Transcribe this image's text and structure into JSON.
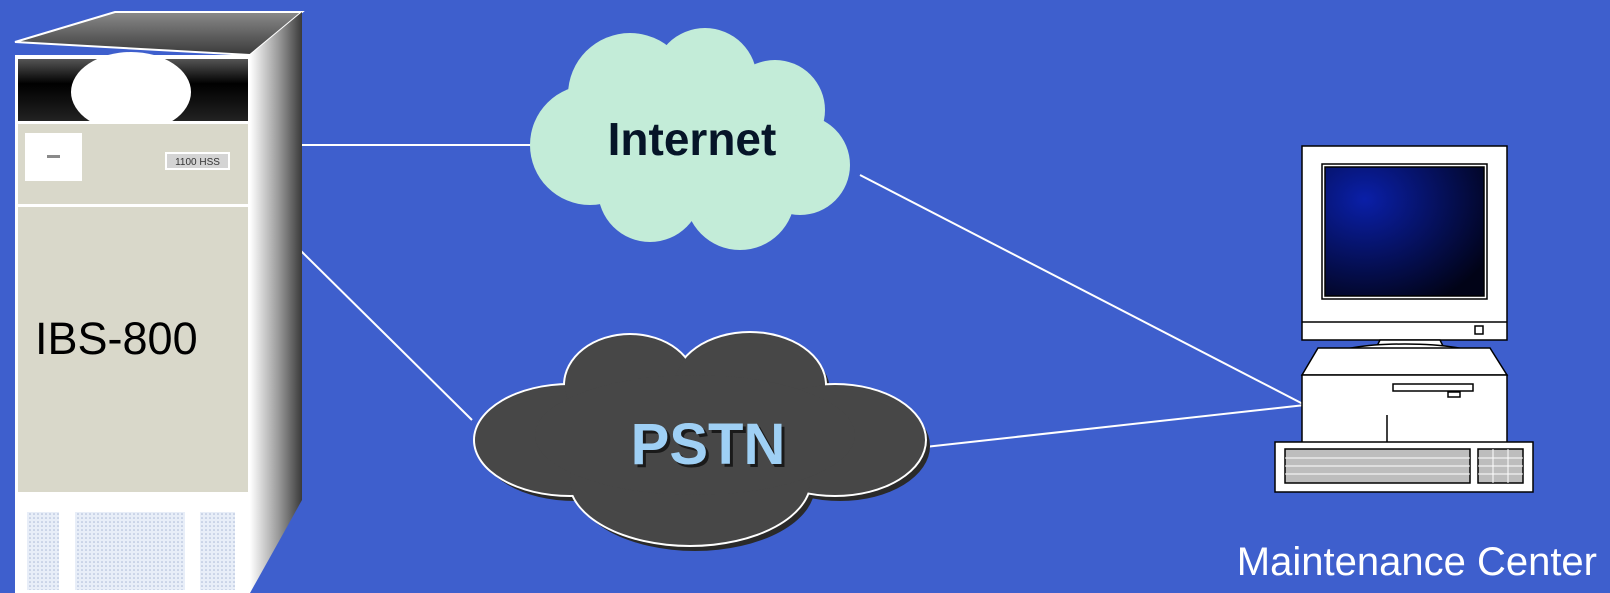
{
  "server": {
    "model_tag": "1100 HSS",
    "name": "IBS-800"
  },
  "clouds": {
    "internet": "Internet",
    "pstn": "PSTN"
  },
  "workstation": {
    "caption": "Maintenance Center"
  },
  "colors": {
    "background": "#3e5fcd",
    "internet_cloud": "#c3ecd8",
    "pstn_cloud": "#474747",
    "pstn_text": "#9fd0f5",
    "link_lines": "#ffffff"
  }
}
